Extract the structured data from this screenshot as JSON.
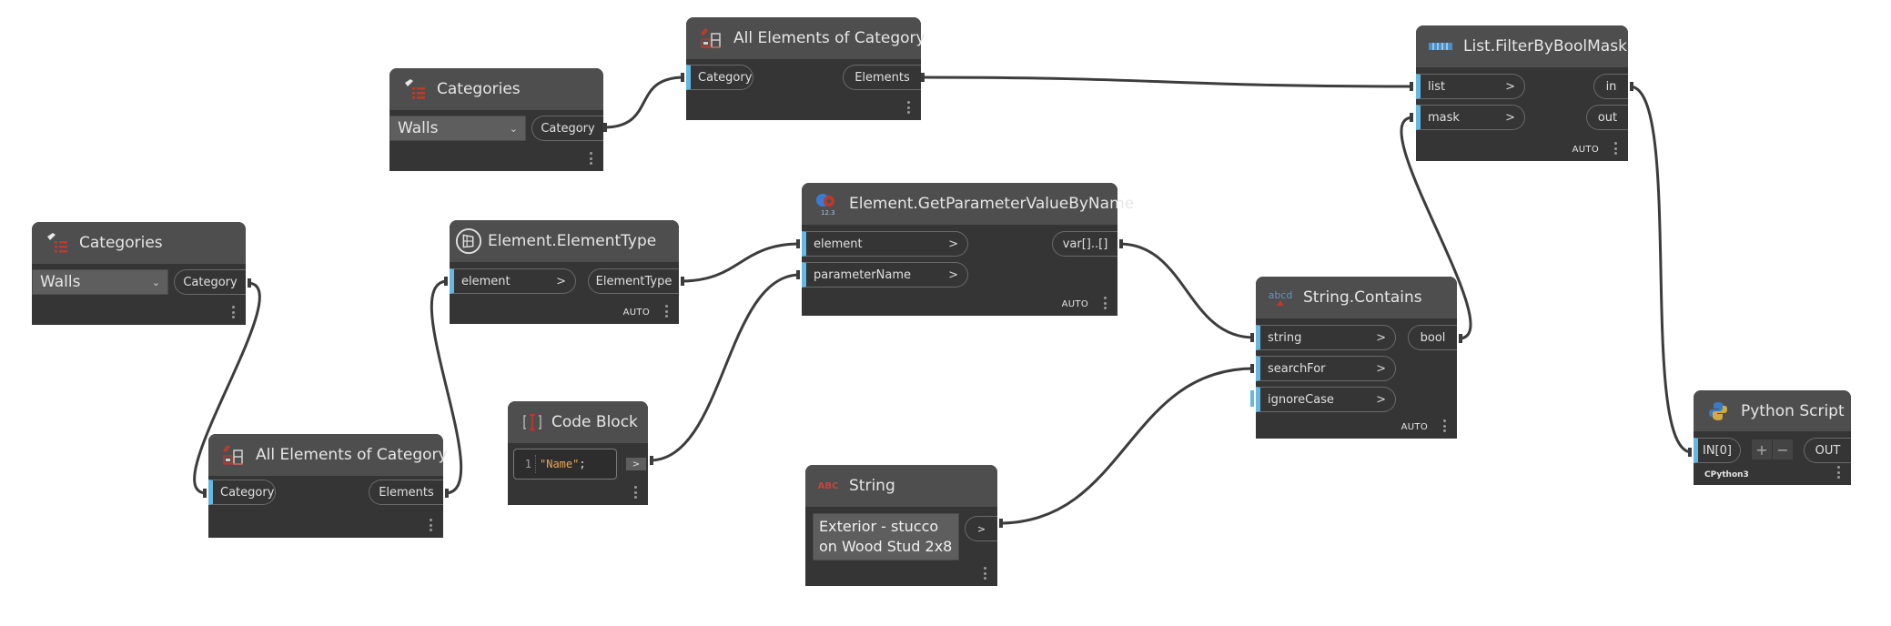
{
  "canvas": {
    "background": "#ffffff",
    "wire_color": "#3c3c3c",
    "input_port_accent": "#66b8e0"
  },
  "nodes": {
    "categories_top": {
      "title": "Categories",
      "icon": "categories-icon",
      "dropdown_value": "Walls",
      "output": "Category"
    },
    "all_elements_top": {
      "title": "All Elements of Category",
      "icon": "all-elements-icon",
      "input": "Category",
      "output": "Elements"
    },
    "categories_left": {
      "title": "Categories",
      "icon": "categories-icon",
      "dropdown_value": "Walls",
      "output": "Category"
    },
    "element_type": {
      "title": "Element.ElementType",
      "icon": "element-type-icon",
      "input": "element",
      "output": "ElementType",
      "lacing": "AUTO"
    },
    "get_param": {
      "title": "Element.GetParameterValueByName",
      "icon": "get-parameter-icon",
      "inputs": [
        "element",
        "parameterName"
      ],
      "output": "var[]..[]",
      "lacing": "AUTO"
    },
    "all_elements_bottom": {
      "title": "All Elements of Category",
      "icon": "all-elements-icon",
      "input": "Category",
      "output": "Elements"
    },
    "code_block": {
      "title": "Code Block",
      "icon": "code-block-icon",
      "line_number": "1",
      "code": "\"Name\"",
      "code_end": ";",
      "output": ">"
    },
    "string": {
      "title": "String",
      "icon": "string-icon",
      "icon_text": "ABC",
      "value": "Exterior - stucco on Wood Stud 2x8",
      "output": ">"
    },
    "string_contains": {
      "title": "String.Contains",
      "icon": "string-contains-icon",
      "icon_text": "abcd",
      "inputs": [
        "string",
        "searchFor",
        "ignoreCase"
      ],
      "output": "bool",
      "lacing": "AUTO"
    },
    "filter_by_bool_mask": {
      "title": "List.FilterByBoolMask",
      "icon": "list-icon",
      "inputs": [
        "list",
        "mask"
      ],
      "outputs": [
        "in",
        "out"
      ],
      "lacing": "AUTO"
    },
    "python_script": {
      "title": "Python Script",
      "icon": "python-icon",
      "input": "IN[0]",
      "add_label": "+",
      "remove_label": "−",
      "output": "OUT",
      "engine": "CPython3"
    }
  },
  "chevron": ">"
}
